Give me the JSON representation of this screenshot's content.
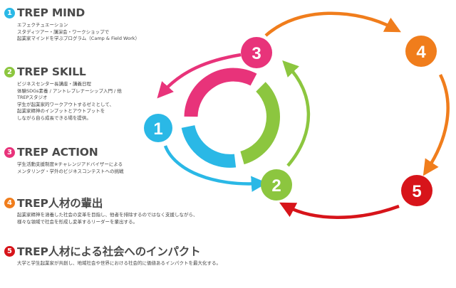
{
  "colors": {
    "step1": "#2ab8e6",
    "step2": "#8cc63f",
    "step3": "#e8337a",
    "step4": "#f07d1c",
    "step5": "#d7141a"
  },
  "sections": [
    {
      "number": "1",
      "title": "TREP MIND",
      "lines": [
        "エフェクチュエーション",
        "スタディツアー・講演会・ワークショップで",
        "起業家マインドを学ぶプログラム（Camp & Field Work）"
      ]
    },
    {
      "number": "2",
      "title": "TREP SKILL",
      "lines": [
        "ビジネスセンター長講座・講義日程",
        "体験SDGs素養 / アントレプレナーシップ入門 / 他",
        "TREPスタジオ",
        "学生が起業家的ワークアウトするゼミとして、",
        "起業家精神のインプットとアウトプットを",
        "しながら自ら成長できる場を提供。"
      ]
    },
    {
      "number": "3",
      "title": "TREP ACTION",
      "lines": [
        "学生活動支援制度※チャレンジアドバイザーによる",
        "メンタリング・学外のビジネスコンテストへの挑戦"
      ]
    },
    {
      "number": "4",
      "title": "TREP人材の輩出",
      "lines": [
        "起業家精神を涵養した社会の変革を目指し、他者を排除するのではなく支援しながら、",
        "様々な領域で社会を形成し変革するリーダーを輩出する。"
      ]
    },
    {
      "number": "5",
      "title": "TREP人材による社会へのインパクト",
      "lines": [
        "大学と学生起業家が共創し、地域社会や世界における社会的に価値あるインパクトを最大化する。"
      ]
    }
  ]
}
